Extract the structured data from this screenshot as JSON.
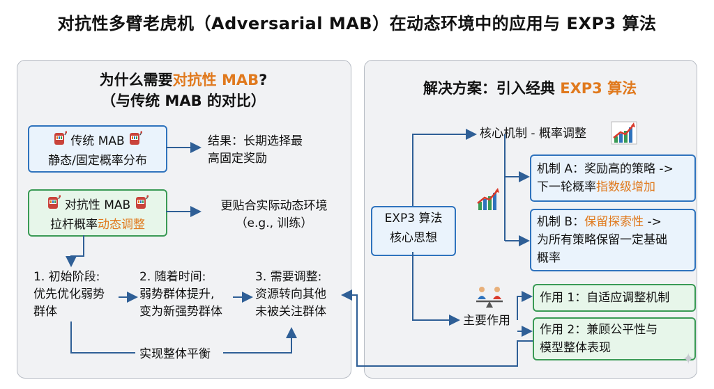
{
  "title": "对抗性多臂老虎机（Adversarial MAB）在动态环境中的应用与 EXP3 算法",
  "left": {
    "title_prefix": "为什么需要",
    "title_highlight": "对抗性 MAB",
    "title_suffix": "?",
    "title_line2": "（与传统 MAB 的对比）",
    "traditional": {
      "name": "传统 MAB",
      "desc": "静态/固定概率分布"
    },
    "traditional_result": {
      "line1": "结果：长期选择最",
      "line2": "高固定奖励"
    },
    "adversarial": {
      "name": "对抗性 MAB",
      "desc_prefix": "拉杆概率",
      "desc_highlight": "动态调整"
    },
    "adversarial_result": {
      "line1": "更贴合实际动态环境",
      "line2": "（e.g., 训练）"
    },
    "steps": [
      {
        "line1": "1. 初始阶段:",
        "line2": "优先优化弱势",
        "line3": "群体"
      },
      {
        "line1": "2. 随着时间:",
        "line2": "弱势群体提升,",
        "line3": "变为新强势群体"
      },
      {
        "line1": "3. 需要调整:",
        "line2": "资源转向其他",
        "line3": "未被关注群体"
      }
    ],
    "balance": "实现整体平衡"
  },
  "right": {
    "title_prefix": "解决方案：引入经典 ",
    "title_highlight": "EXP3 算法",
    "center": {
      "line1": "EXP3 算法",
      "line2": "核心思想"
    },
    "core_mechanism": "核心机制 - 概率调整",
    "mech_a": {
      "line1": "机制 A：奖励高的策略 ->",
      "line2_prefix": "下一轮概率",
      "line2_highlight": "指数级增加"
    },
    "mech_b": {
      "line1_prefix": "机制 B：",
      "line1_highlight": "保留探索性",
      "line1_suffix": " ->",
      "line2": "为所有策略保留一定基础",
      "line3": "概率"
    },
    "main_effects": "主要作用",
    "effect1": "作用 1：自适应调整机制",
    "effect2": {
      "line1": "作用 2：兼顾公平性与",
      "line2": "模型整体表现"
    }
  },
  "colors": {
    "blue": "#2f73bd",
    "green": "#3a9a55",
    "orange": "#e0791d",
    "panel": "#f1f2f4"
  },
  "icons": [
    "slot-machine-icon",
    "growth-chart-icon",
    "people-balance-icon",
    "sparkle-icon"
  ]
}
